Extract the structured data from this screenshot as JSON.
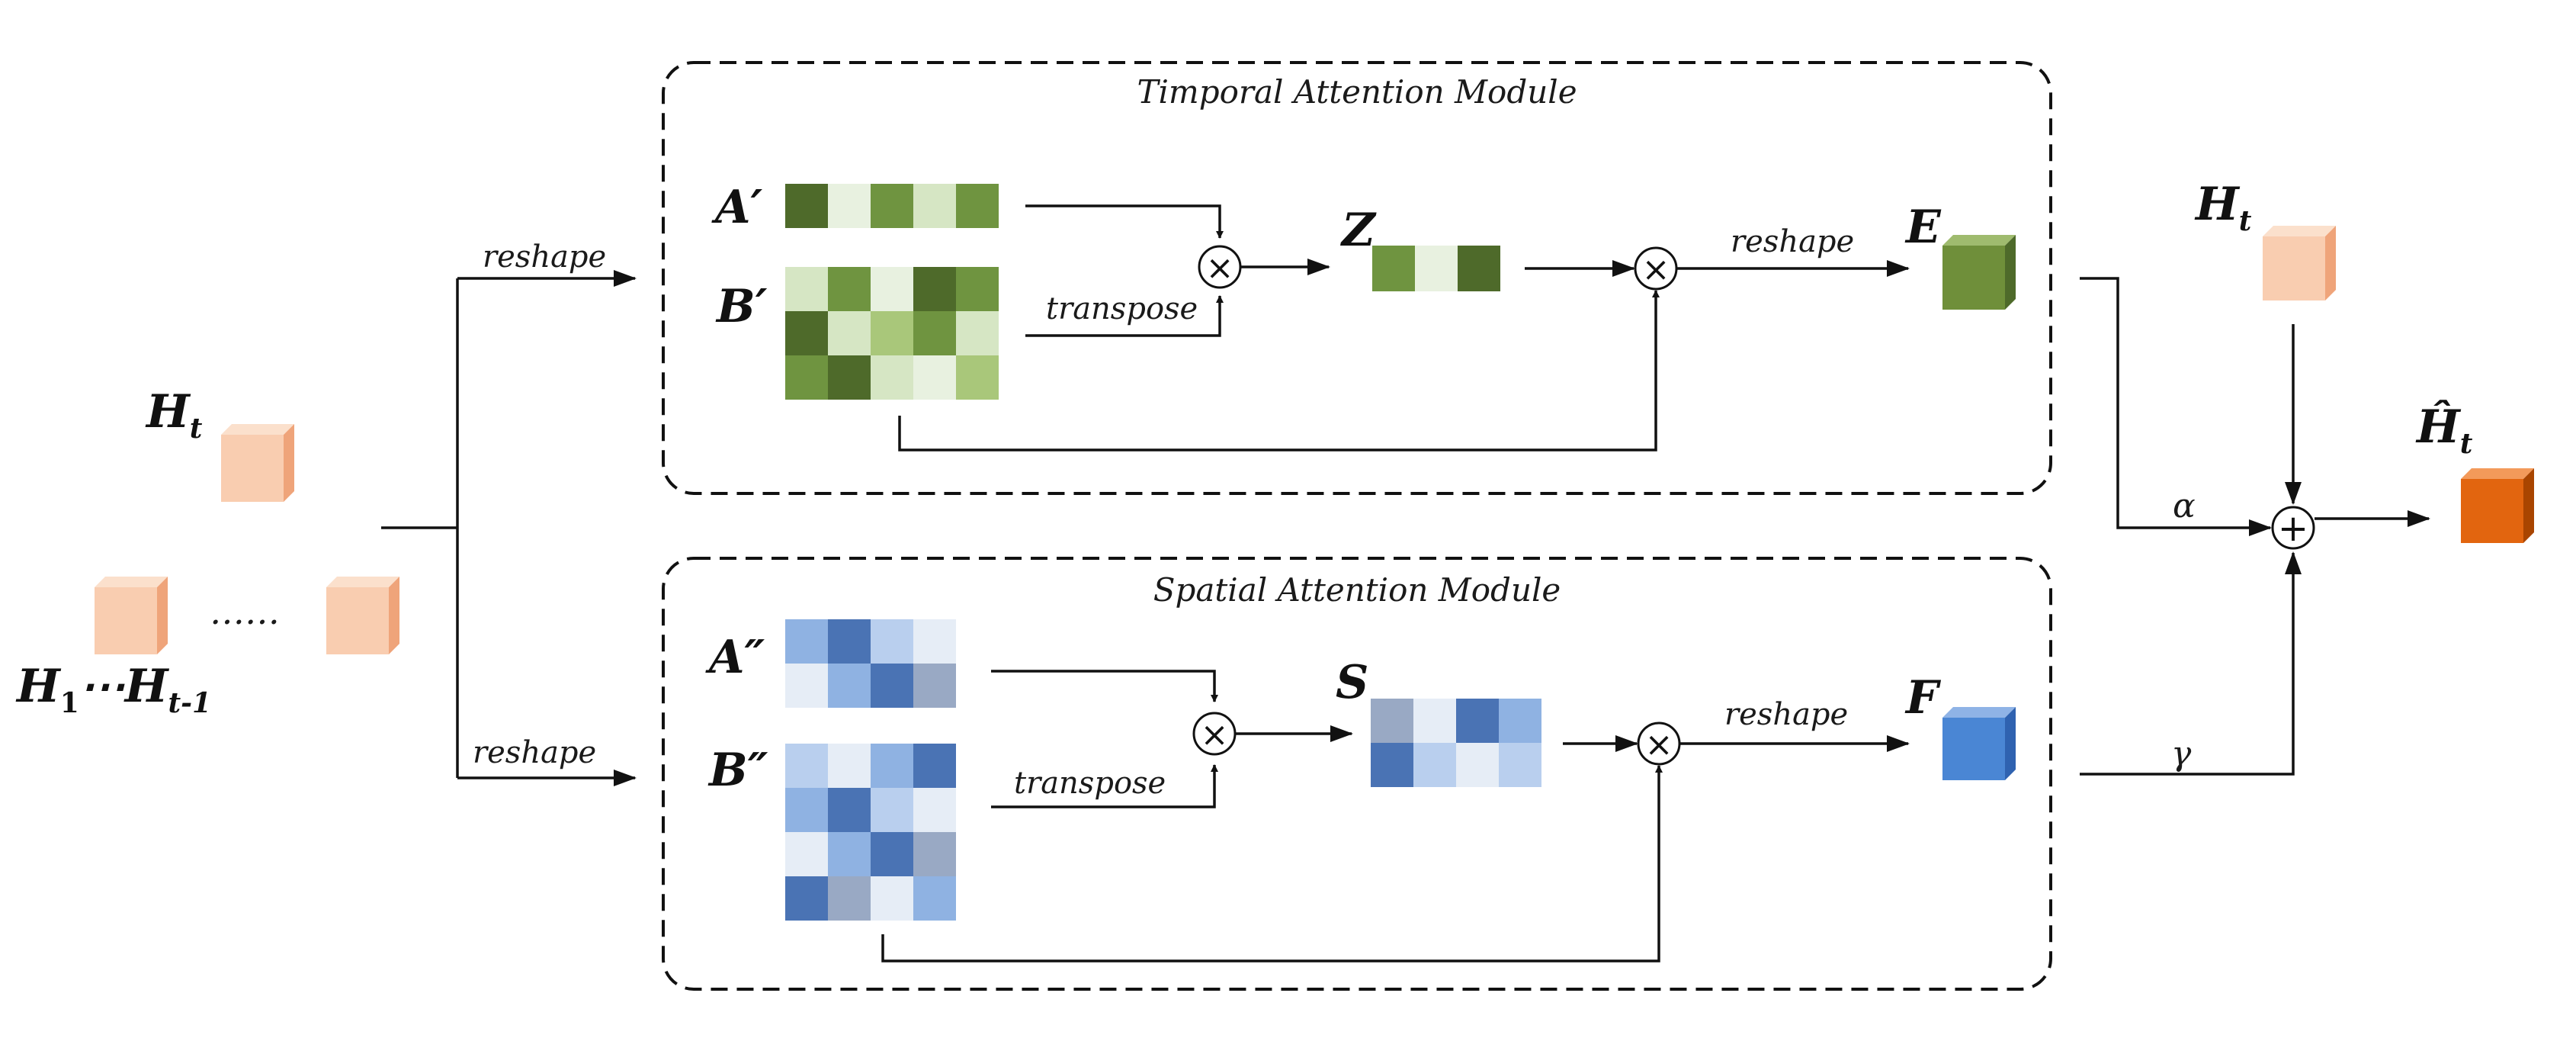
{
  "modules": {
    "temporal": {
      "title": "Timporal Attention Module"
    },
    "spatial": {
      "title": "Spatial Attention Module"
    }
  },
  "labels": {
    "reshape": "reshape",
    "transpose": "transpose",
    "dots": "……",
    "alpha": "α",
    "gamma": "γ"
  },
  "inputs": {
    "ht": "H",
    "ht_sub": "t",
    "h1": "H",
    "h1_sub": "1",
    "ellipsis": "⋯",
    "hprev": "H",
    "hprev_sub": "t-1"
  },
  "symbols": {
    "a1": "A′",
    "b1": "B′",
    "z": "Z",
    "e": "E",
    "a2": "A″",
    "b2": "B″",
    "s": "S",
    "f": "F",
    "ht_right": "H",
    "ht_right_sub": "t",
    "hhat": "Ĥ",
    "hhat_sub": "t"
  },
  "operators": {
    "multiply": "×",
    "add": "+"
  },
  "colors": {
    "peach": "#f9cdb0",
    "peach_side": "#efa47a",
    "green_e": "#6f8f3a",
    "blue_f": "#4a86d4",
    "orange_out": "#e2650f",
    "green": [
      "#4e6a2a",
      "#6f9440",
      "#89ab52",
      "#a9c77a",
      "#d6e6c4",
      "#e8f1e0"
    ],
    "blue": [
      "#4a73b4",
      "#6a94d0",
      "#8fb2e2",
      "#b9cfee",
      "#e6edf6",
      "#99a9c4"
    ]
  }
}
